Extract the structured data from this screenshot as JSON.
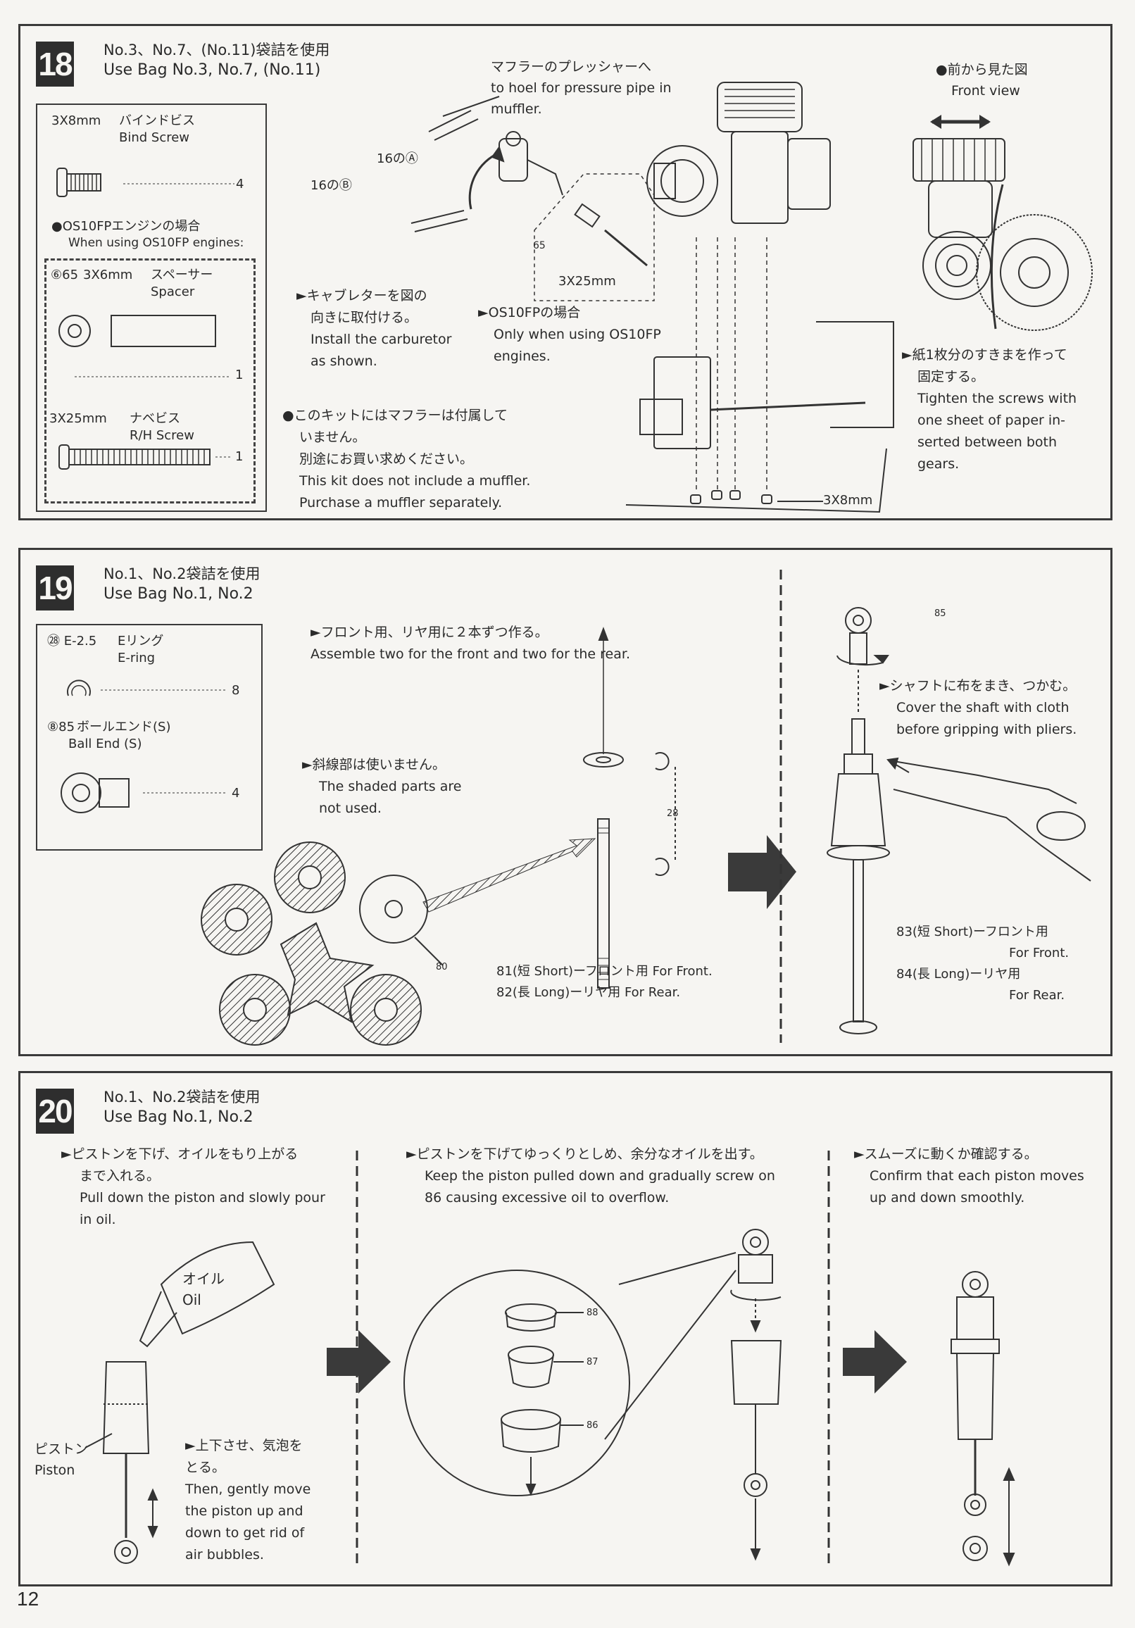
{
  "page_number": "12",
  "step18": {
    "number": "18",
    "bag_jp": "No.3、No.7、(No.11)袋詰を使用",
    "bag_en": "Use Bag No.3, No.7, (No.11)",
    "parts": {
      "bind_screw_size": "3X8mm",
      "bind_screw_jp": "バインドビス",
      "bind_screw_en": "Bind Screw",
      "bind_screw_qty": "4",
      "os_engine_jp": "●OS10FPエンジンの場合",
      "os_engine_en": "When using OS10FP engines:",
      "spacer_id": "65",
      "spacer_size": "3X6mm",
      "spacer_jp": "スペーサー",
      "spacer_en": "Spacer",
      "spacer_qty": "1",
      "rh_screw_size": "3X25mm",
      "rh_screw_jp": "ナベビス",
      "rh_screw_en": "R/H Screw",
      "rh_screw_qty": "1"
    },
    "muffler_jp": "マフラーのプレッシャーへ",
    "muffler_en1": "to hoel for pressure pipe in",
    "muffler_en2": "muffler.",
    "ref_a": "16のⒶ",
    "ref_b": "16のⒷ",
    "part65": "65",
    "screw_label": "3X25mm",
    "screw_8mm": "3X8mm",
    "carb_jp1": "►キャブレターを図の",
    "carb_jp2": "向きに取付ける。",
    "carb_en1": "Install the carburetor",
    "carb_en2": "as shown.",
    "os_jp": "►OS10FPの場合",
    "os_en1": "Only when using OS10FP",
    "os_en2": "engines.",
    "no_muffler_jp1": "●このキットにはマフラーは付属して",
    "no_muffler_jp2": "いません。",
    "no_muffler_jp3": "別途にお買い求めください。",
    "no_muffler_en1": "This kit does not include a muffler.",
    "no_muffler_en2": "Purchase a muffler separately.",
    "front_view_jp": "●前から見た図",
    "front_view_en": "Front view",
    "gap_jp1": "►紙1枚分のすきまを作って",
    "gap_jp2": "固定する。",
    "gap_en1": "Tighten the screws with",
    "gap_en2": "one sheet of paper in-",
    "gap_en3": "serted  between  both",
    "gap_en4": "gears."
  },
  "step19": {
    "number": "19",
    "bag_jp": "No.1、No.2袋詰を使用",
    "bag_en": "Use Bag No.1, No.2",
    "parts": {
      "ering_id": "28",
      "ering_size": "E-2.5",
      "ering_jp": "Eリング",
      "ering_en": "E-ring",
      "ering_qty": "8",
      "ballend_id": "85",
      "ballend_jp": "ボールエンド(S)",
      "ballend_en": "Ball End (S)",
      "ballend_qty": "4"
    },
    "assemble_jp": "►フロント用、リヤ用に２本ずつ作る。",
    "assemble_en": "Assemble two for the front and two for the rear.",
    "shaded_jp": "►斜線部は使いません。",
    "shaded_en1": "The shaded parts are",
    "shaded_en2": "not used.",
    "part80": "80",
    "part28": "28",
    "shaft_short": "81(短  Short)ーフロント用  For Front.",
    "shaft_long": "82(長  Long)ーリヤ用  For Rear.",
    "part85": "85",
    "cloth_jp": "►シャフトに布をまき、つかむ。",
    "cloth_en1": "Cover the shaft with cloth",
    "cloth_en2": "before gripping with pliers.",
    "cyl_short": "83(短  Short)ーフロント用",
    "cyl_short_en": "For Front.",
    "cyl_long": "84(長  Long)ーリヤ用",
    "cyl_long_en": "For Rear."
  },
  "step20": {
    "number": "20",
    "bag_jp": "No.1、No.2袋詰を使用",
    "bag_en": "Use Bag No.1, No.2",
    "col1_jp1": "►ピストンを下げ、オイルをもり上がる",
    "col1_jp2": "まで入れる。",
    "col1_en1": "Pull down the piston and slowly pour",
    "col1_en2": "in oil.",
    "oil_jp": "オイル",
    "oil_en": "Oil",
    "piston_jp": "ピストン",
    "piston_en": "Piston",
    "bubble_jp1": "►上下させ、気泡を",
    "bubble_jp2": "とる。",
    "bubble_en1": "Then, gently move",
    "bubble_en2": "the piston up and",
    "bubble_en3": "down to get rid of",
    "bubble_en4": "air bubbles.",
    "col2_jp": "►ピストンを下げてゆっくりとしめ、余分なオイルを出す。",
    "col2_en1": "Keep the piston pulled down and gradually screw on",
    "col2_en2": "86 causing excessive oil to overflow.",
    "part88": "88",
    "part87": "87",
    "part86": "86",
    "col3_jp": "►スムーズに動くか確認する。",
    "col3_en1": "Confirm that each piston moves",
    "col3_en2": "up and down smoothly."
  }
}
